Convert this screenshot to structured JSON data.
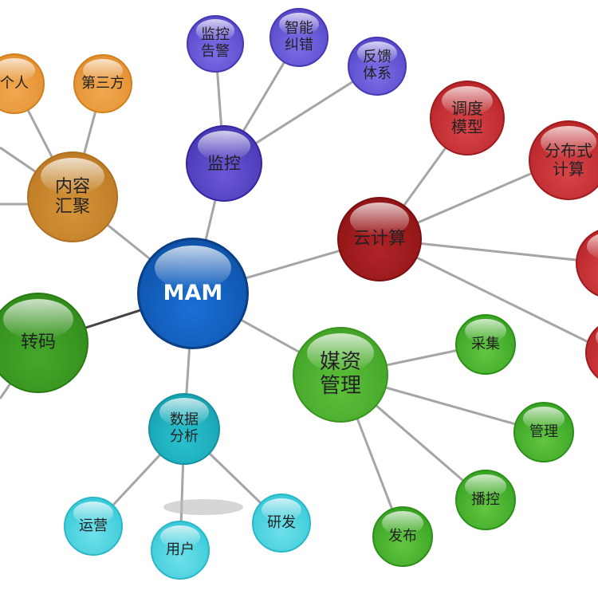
{
  "center": {
    "label": "MAM",
    "color": "#1662c4"
  },
  "branches": {
    "monitor": {
      "label": "监控",
      "color": "#5645c6",
      "children": [
        "监控\n告警",
        "智能\n纠错",
        "反馈\n体系"
      ]
    },
    "aggregate": {
      "label": "内容\n汇聚",
      "color": "#c7862c",
      "children": [
        "个人",
        "第三方"
      ]
    },
    "transcode": {
      "label": "转码",
      "color": "#3a9620"
    },
    "analytics": {
      "label": "数据\n分析",
      "color": "#1fb3c2",
      "children": [
        "运营",
        "用户",
        "研发"
      ]
    },
    "media": {
      "label": "媒资\n管理",
      "color": "#52b232",
      "children": [
        "采集",
        "管理",
        "播控",
        "发布"
      ]
    },
    "cloud": {
      "label": "云计算",
      "color": "#a3181a",
      "children": [
        "调度\n模型",
        "分布式\n计算"
      ]
    }
  }
}
